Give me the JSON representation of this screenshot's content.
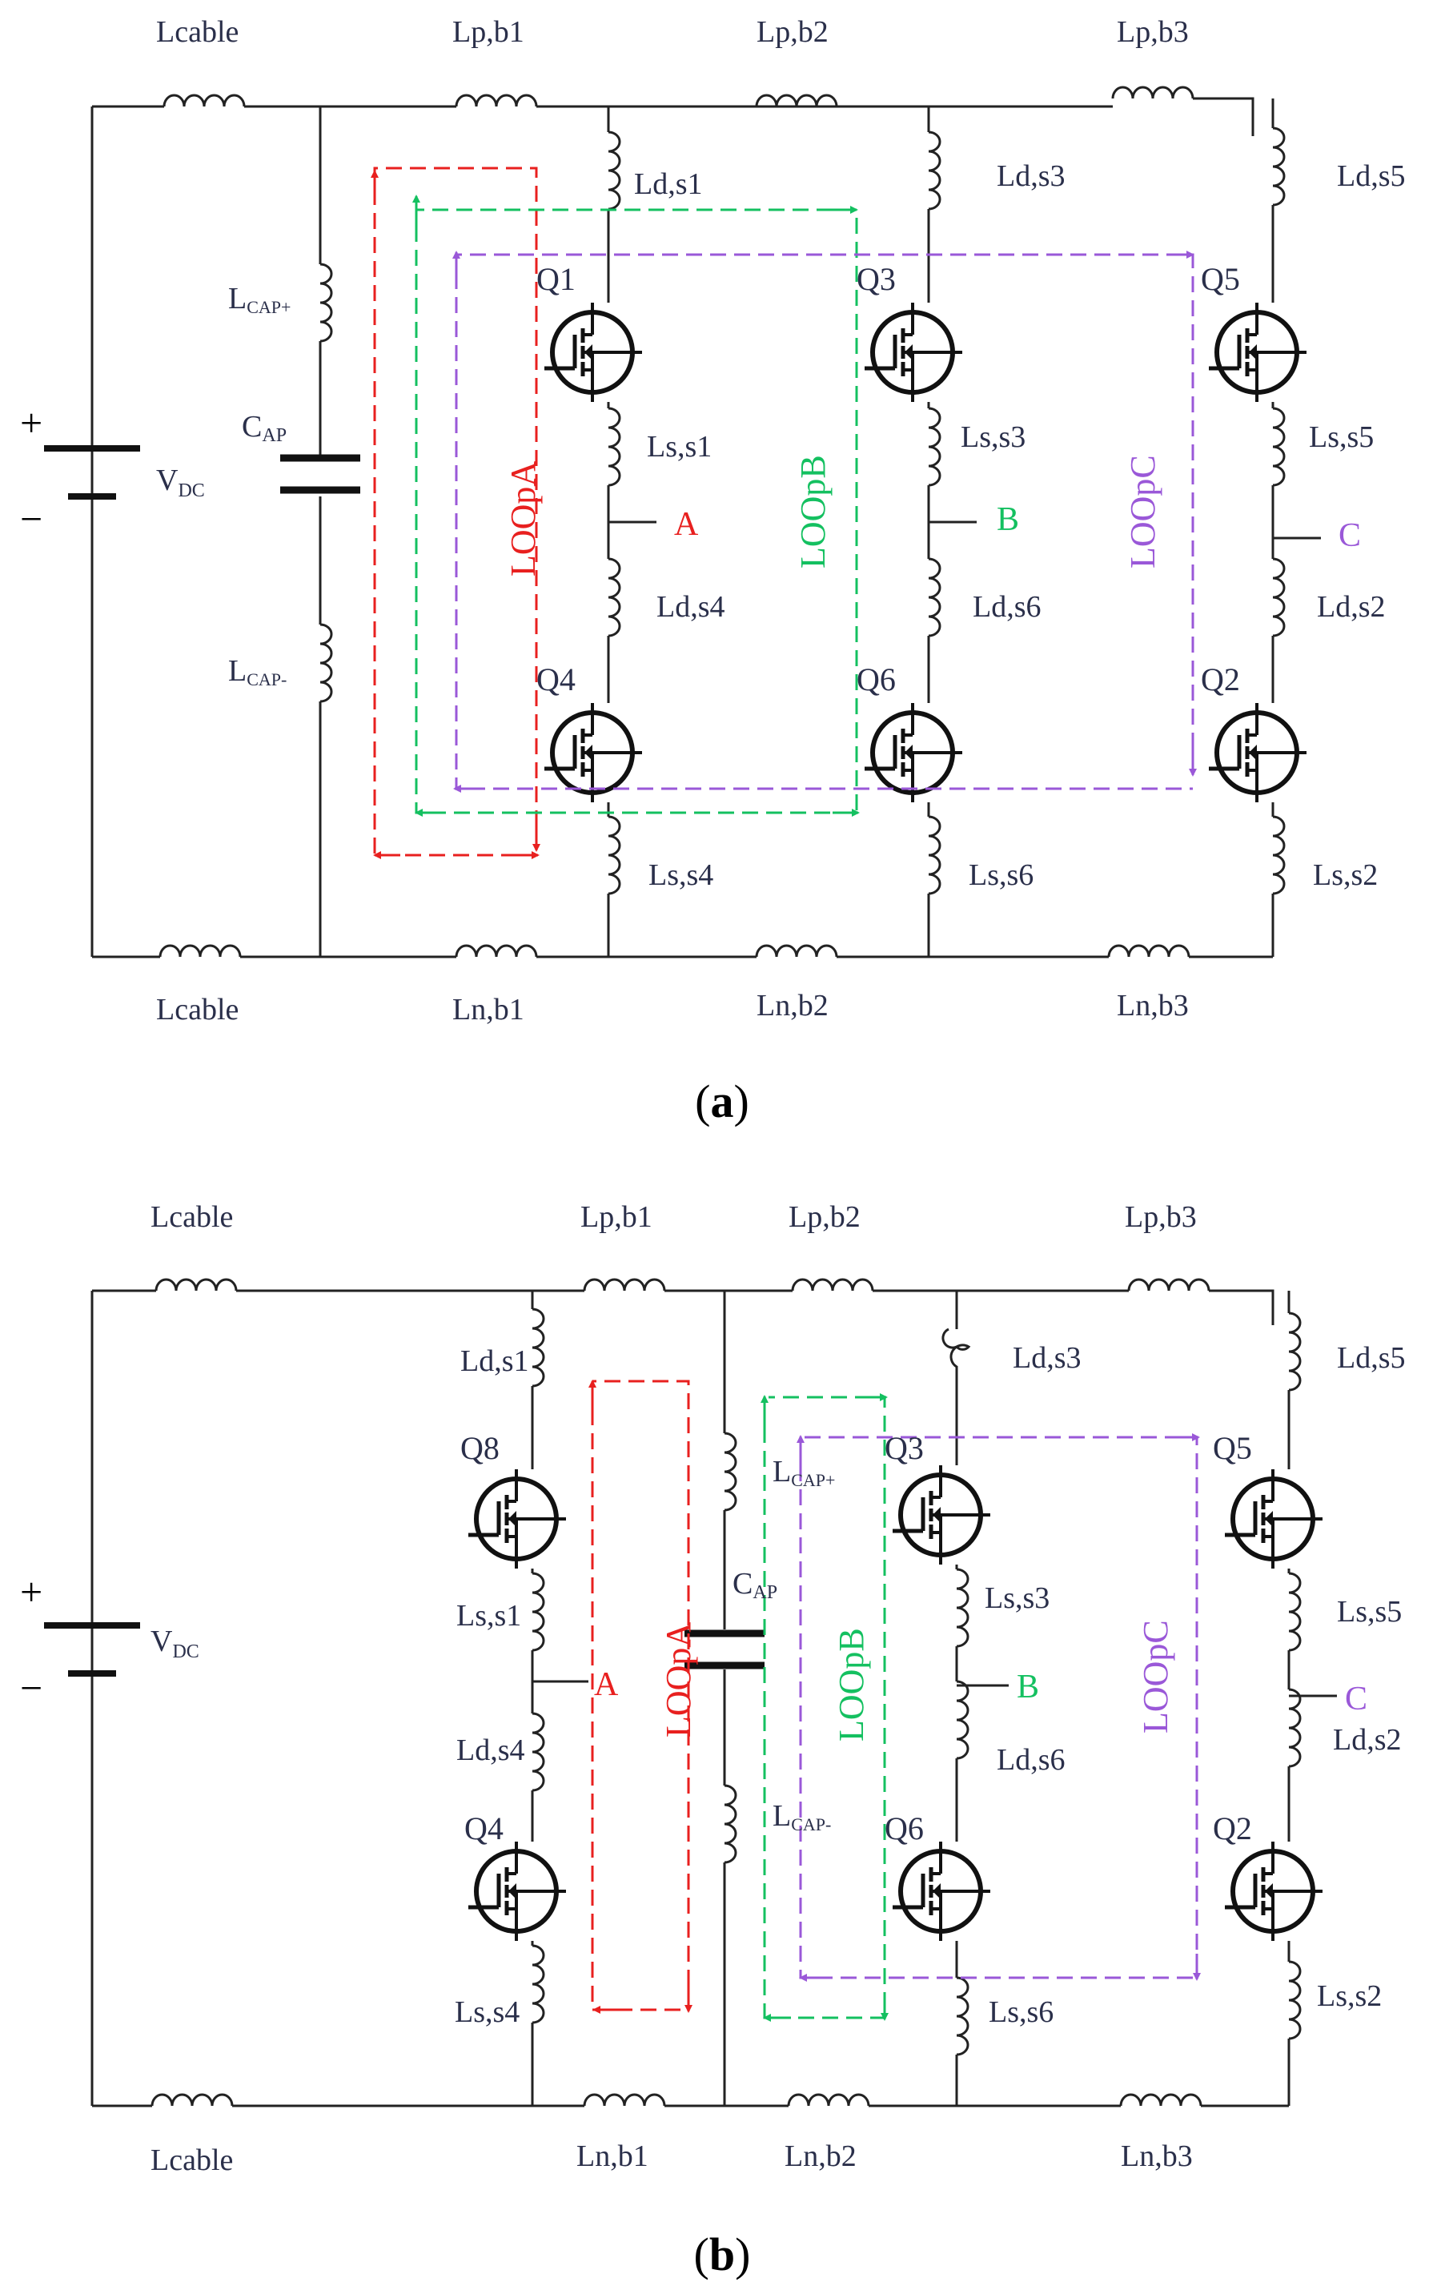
{
  "colors": {
    "wire": "#222222",
    "text": "#2a2f4a",
    "loopA": "#e8201f",
    "loopB": "#14c060",
    "loopC": "#9a58d8"
  },
  "panel_a": {
    "caption_open": "(",
    "caption_letter": "a",
    "caption_close": ")",
    "lcable_top": "Lcable",
    "lcable_bottom": "Lcable",
    "lp_b1": "Lp,b1",
    "lp_b2": "Lp,b2",
    "lp_b3": "Lp,b3",
    "ln_b1": "Ln,b1",
    "ln_b2": "Ln,b2",
    "ln_b3": "Ln,b3",
    "lcap_plus": "L",
    "lcap_plus_sub": "CAP+",
    "lcap_minus": "L",
    "lcap_minus_sub": "CAP-",
    "cap": "C",
    "cap_sub": "AP",
    "vdc": "V",
    "vdc_sub": "DC",
    "plus": "+",
    "minus": "−",
    "q1": "Q1",
    "q3": "Q3",
    "q5": "Q5",
    "q4": "Q4",
    "q6": "Q6",
    "q2": "Q2",
    "ld_s1": "Ld,s1",
    "ld_s3": "Ld,s3",
    "ld_s5": "Ld,s5",
    "ls_s1": "Ls,s1",
    "ls_s3": "Ls,s3",
    "ls_s5": "Ls,s5",
    "ld_s4": "Ld,s4",
    "ld_s6": "Ld,s6",
    "ld_s2": "Ld,s2",
    "ls_s4": "Ls,s4",
    "ls_s6": "Ls,s6",
    "ls_s2": "Ls,s2",
    "node_a": "A",
    "node_b": "B",
    "node_c": "C",
    "loop_a": "LOOpA",
    "loop_b": "LOOpB",
    "loop_c": "LOOpC"
  },
  "panel_b": {
    "caption_open": "(",
    "caption_letter": "b",
    "caption_close": ")",
    "lcable_top": "Lcable",
    "lcable_bottom": "Lcable",
    "lp_b1": "Lp,b1",
    "lp_b2": "Lp,b2",
    "lp_b3": "Lp,b3",
    "ln_b1": "Ln,b1",
    "ln_b2": "Ln,b2",
    "ln_b3": "Ln,b3",
    "lcap_plus": "L",
    "lcap_plus_sub": "CAP+",
    "lcap_minus": "L",
    "lcap_minus_sub": "CAP-",
    "cap": "C",
    "cap_sub": "AP",
    "vdc": "V",
    "vdc_sub": "DC",
    "plus": "+",
    "minus": "−",
    "q8": "Q8",
    "q3": "Q3",
    "q5": "Q5",
    "q4": "Q4",
    "q6": "Q6",
    "q2": "Q2",
    "ld_s1": "Ld,s1",
    "ld_s3": "Ld,s3",
    "ld_s5": "Ld,s5",
    "ls_s1": "Ls,s1",
    "ls_s3": "Ls,s3",
    "ls_s5": "Ls,s5",
    "ld_s4": "Ld,s4",
    "ld_s6": "Ld,s6",
    "ld_s2": "Ld,s2",
    "ls_s4": "Ls,s4",
    "ls_s6": "Ls,s6",
    "ls_s2": "Ls,s2",
    "node_a": "A",
    "node_b": "B",
    "node_c": "C",
    "loop_a": "LOOpA",
    "loop_b": "LOOpB",
    "loop_c": "LOOpC"
  }
}
